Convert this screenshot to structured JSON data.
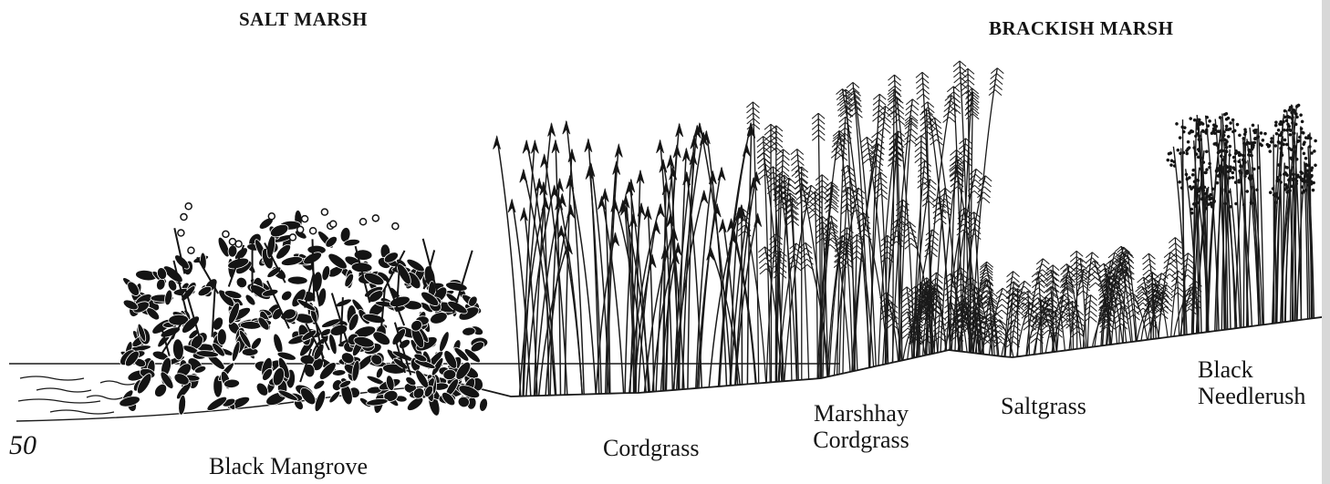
{
  "headings": {
    "salt": "SALT MARSH",
    "brackish": "BRACKISH MARSH"
  },
  "species": {
    "mangrove": "Black Mangrove",
    "cordgrass": "Cordgrass",
    "marshhay_line1": "Marshhay",
    "marshhay_line2": "Cordgrass",
    "saltgrass": "Saltgrass",
    "needlerush_line1": "Black",
    "needlerush_line2": "Needlerush"
  },
  "page_number": "50",
  "colors": {
    "ink": "#141414",
    "paper": "#ffffff"
  }
}
